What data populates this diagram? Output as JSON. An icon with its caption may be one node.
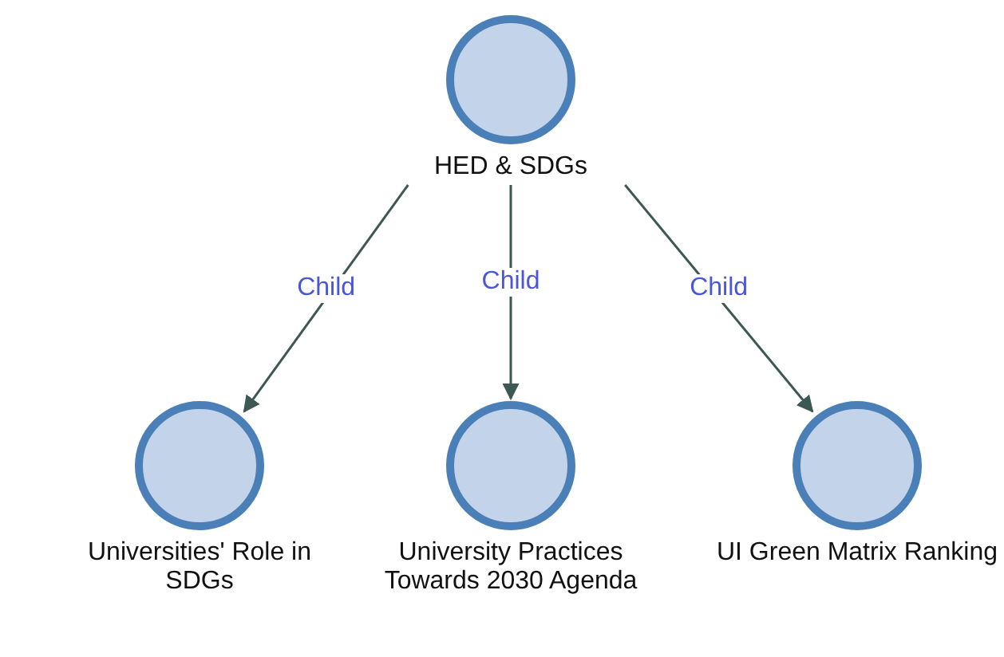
{
  "diagram": {
    "nodes": [
      {
        "text": [
          "HED & SDGs"
        ]
      },
      {
        "text": [
          "Universities' Role in SDGs"
        ]
      },
      {
        "text": [
          "University Practices Towards 2030 Agenda"
        ]
      },
      {
        "text": [
          "UI Green Matrix Ranking"
        ]
      }
    ],
    "edges": [
      {
        "from": 0,
        "to": 1,
        "arrow": "to",
        "label": "Child"
      },
      {
        "from": 0,
        "to": 2,
        "arrow": "to",
        "label": "Child"
      },
      {
        "from": 0,
        "to": 3,
        "arrow": "to",
        "label": "Child"
      }
    ]
  }
}
